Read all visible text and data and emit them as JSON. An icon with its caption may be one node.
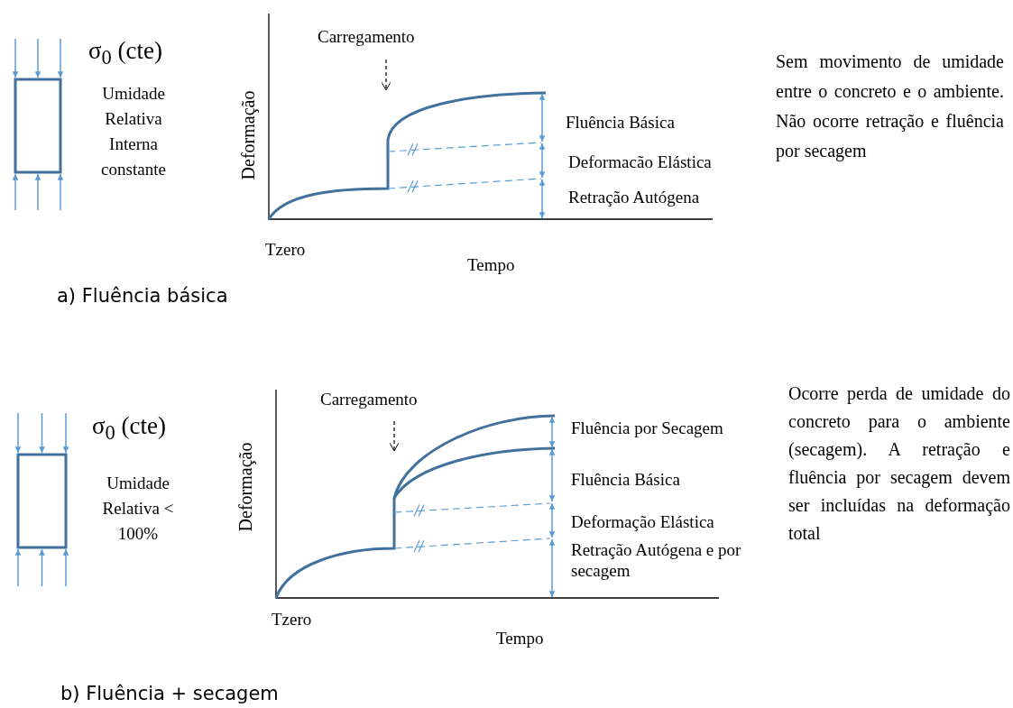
{
  "diagram": {
    "labels": [
      "σ$_{0}$ (cte)",
      "Umidade Relativa Interna constante",
      "Carregamento",
      "Deformação",
      "Fluência Básica",
      "Deformacão Elástica",
      "Retração Autógena",
      "Tzero",
      "Tempo",
      "Sem movimento de umidade entre o concreto e o ambiente. Não ocorre retração e fluência por secagem",
      "a) Fluência básica",
      "σ$_{0}$ (cte)",
      "Umidade Relativa < 100%",
      "Carregamento",
      "Deformação",
      "Fluência por Secagem",
      "Fluência Básica",
      "Deformação Elástica",
      "Retração Autógena e por secagem",
      "Tzero",
      "Tempo",
      "Ocorre perda de umidade do concreto para o ambiente (secagem). A retração e fluência por secagem devem ser incluídas na deformação total",
      "b) Fluência + secagem"
    ]
  }
}
